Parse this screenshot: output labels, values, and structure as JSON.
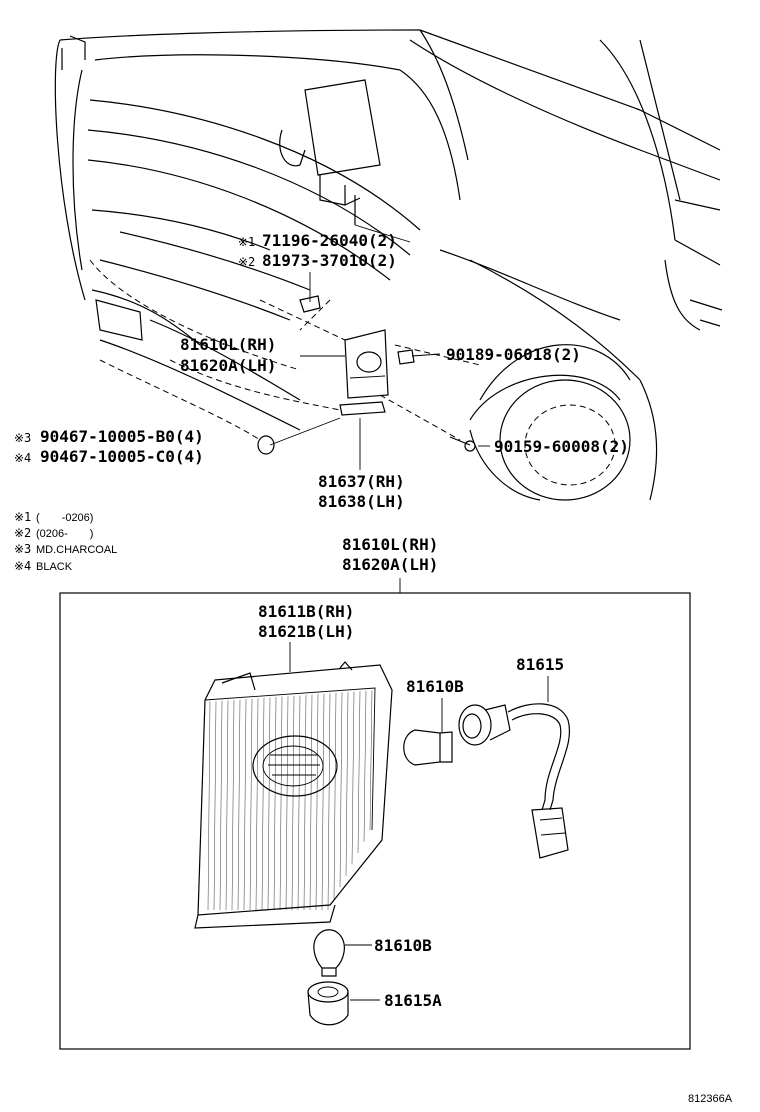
{
  "callouts": {
    "c1": {
      "marker": "※1",
      "text": "71196-26040(2)"
    },
    "c2": {
      "marker": "※2",
      "text": "81973-37010(2)"
    },
    "c3": {
      "line1": "81610L(RH)",
      "line2": "81620A(LH)"
    },
    "c4": {
      "text": "90189-06018(2)"
    },
    "c5": {
      "marker": "※3",
      "text": "90467-10005-B0(4)"
    },
    "c6": {
      "marker": "※4",
      "text": "90467-10005-C0(4)"
    },
    "c7": {
      "text": "90159-60008(2)"
    },
    "c8": {
      "line1": "81637(RH)",
      "line2": "81638(LH)"
    },
    "c9": {
      "line1": "81610L(RH)",
      "line2": "81620A(LH)"
    },
    "c10": {
      "line1": "81611B(RH)",
      "line2": "81621B(LH)"
    },
    "c11": {
      "text": "81610B"
    },
    "c12": {
      "text": "81615"
    },
    "c13": {
      "text": "81610B"
    },
    "c14": {
      "text": "81615A"
    }
  },
  "notes": [
    {
      "marker": "※1",
      "text": "(　　-0206)"
    },
    {
      "marker": "※2",
      "text": "(0206-　　)"
    },
    {
      "marker": "※3",
      "text": "MD.CHARCOAL"
    },
    {
      "marker": "※4",
      "text": "BLACK"
    }
  ],
  "figure_id": "812366A"
}
